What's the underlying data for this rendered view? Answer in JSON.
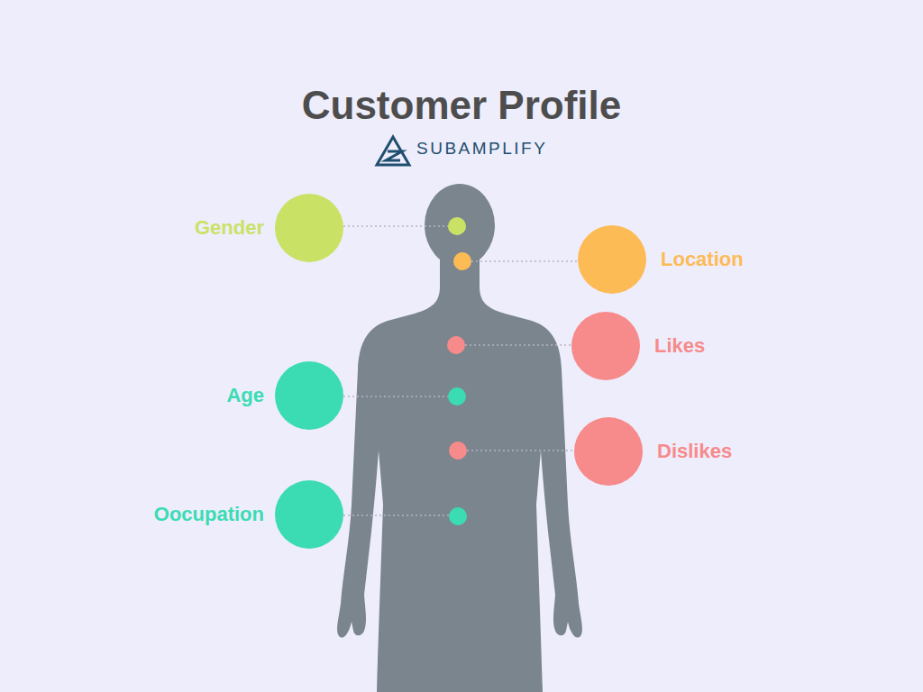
{
  "diagram": {
    "title": "Customer Profile",
    "nodes": [
      {
        "text": [
          "Gender"
        ]
      },
      {
        "text": [
          "Location"
        ]
      },
      {
        "text": [
          "Likes"
        ]
      },
      {
        "text": [
          "Age"
        ]
      },
      {
        "text": [
          "Dislikes"
        ]
      },
      {
        "text": [
          "Oocupation"
        ]
      }
    ],
    "labels": [
      "SUBAMPLIFY"
    ]
  }
}
